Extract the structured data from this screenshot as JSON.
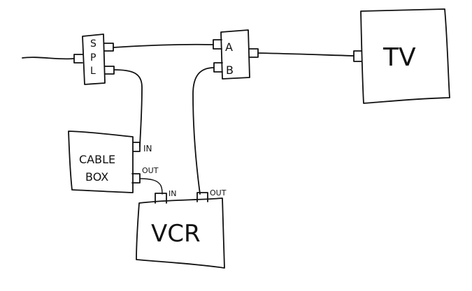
{
  "splitter": {
    "letters": [
      "S",
      "P",
      "L"
    ]
  },
  "ab_switch": {
    "input_a": "A",
    "input_b": "B"
  },
  "tv": {
    "label": "TV"
  },
  "cable_box": {
    "label_line1": "CABLE",
    "label_line2": "BOX",
    "in_label": "IN",
    "out_label": "OUT"
  },
  "vcr": {
    "label": "VCR",
    "in_label": "IN",
    "out_label": "OUT"
  },
  "colors": {
    "ink": "#111111",
    "paper": "#ffffff"
  }
}
